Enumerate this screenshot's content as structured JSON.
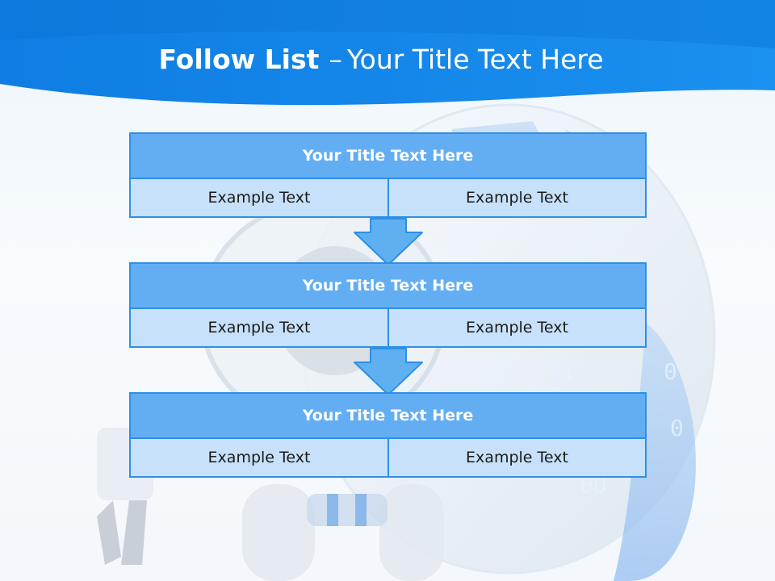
{
  "slide": {
    "title_bold": "Follow List",
    "title_dash": "–",
    "title_rest": "Your Title Text Here"
  },
  "steps": [
    {
      "title": "Your Title Text Here",
      "left": "Example Text",
      "right": "Example Text"
    },
    {
      "title": "Your Title Text Here",
      "left": "Example Text",
      "right": "Example Text"
    },
    {
      "title": "Your Title Text Here",
      "left": "Example Text",
      "right": "Example Text"
    }
  ],
  "colors": {
    "header_blue": "#1280e6",
    "box_title_fill": "#63aef2",
    "box_border": "#2d8fe6",
    "cell_fill": "#c7e1fa",
    "arrow_fill": "#5fb0f1",
    "title_text": "#ffffff",
    "cell_text": "#1a1a1a"
  },
  "decorations": {
    "background_art": "robot-illustration",
    "connector_icon": "down-arrow-icon"
  }
}
